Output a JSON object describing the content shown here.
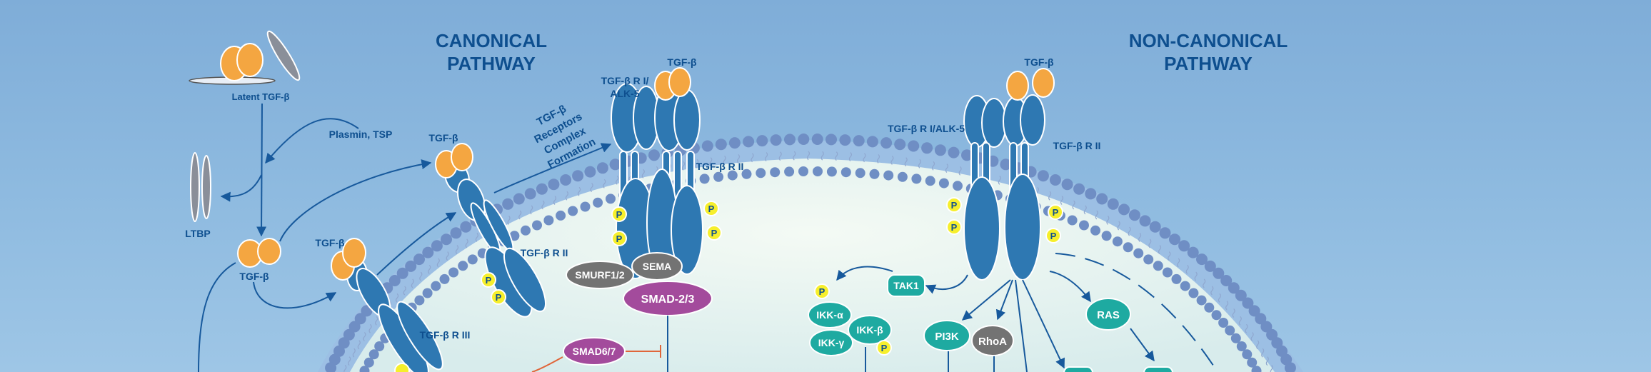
{
  "titles": {
    "canonical": [
      "CANONICAL",
      "PATHWAY"
    ],
    "noncanonical": [
      "NON-CANONICAL",
      "PATHWAY"
    ]
  },
  "labels": {
    "latent_tgfb": "Latent TGF-β",
    "plasmin_tsp": "Plasmin, TSP",
    "ltbp": "LTBP",
    "tgfb": "TGF-β",
    "tgfbr2": "TGF-β R II",
    "tgfbr3": "TGF-β R III",
    "tgfbr1_alk5_stacked": [
      "TGF-β R I/",
      "ALK-5"
    ],
    "tgfbr1_alk5": "TGF-β R I/ALK-5",
    "receptor_complex": [
      "TGF-β",
      "Receptors",
      "Complex",
      "Formation"
    ],
    "p": "P"
  },
  "nodes": {
    "smurf": "SMURF1/2",
    "sema": "SEMA",
    "smad23": "SMAD-2/3",
    "smad67": "SMAD6/7",
    "tak1": "TAK1",
    "ikk_alpha": "IKK-α",
    "ikk_beta": "IKK-β",
    "ikk_gamma": "IKK-γ",
    "pi3k": "PI3K",
    "rhoa": "RhoA",
    "ras": "RAS"
  },
  "colors": {
    "background": "#86b3dc",
    "title": "#0e4f8f",
    "receptor": "#2e78b2",
    "ligand": "#f4a641",
    "phospho": "#f6ef2c",
    "membrane_head": "#6f8ec4",
    "cytoplasm": "#e6f2ef",
    "smad": "#a34b9c",
    "grey_node": "#737373",
    "teal_node": "#1eaaa1",
    "inhibit": "#e0663a"
  }
}
